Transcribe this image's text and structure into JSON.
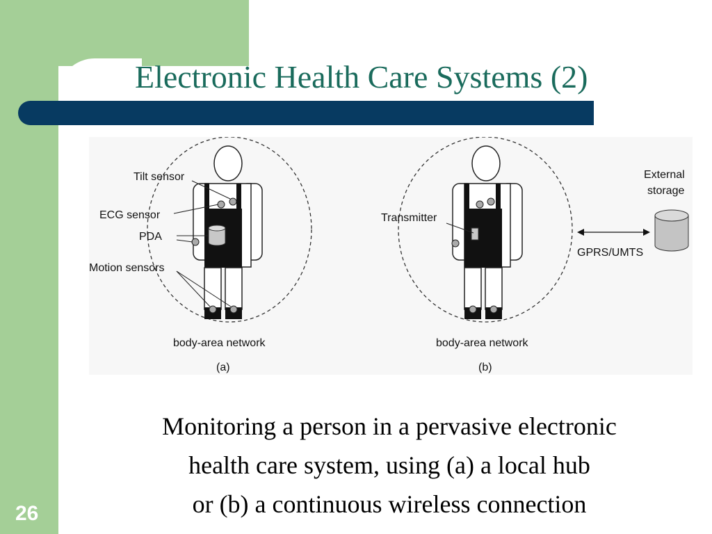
{
  "slide": {
    "title": "Electronic Health Care Systems (2)",
    "page_number": "26",
    "caption_lines": [
      "Monitoring a person in a pervasive electronic",
      "health care system, using (a) a local hub",
      "or (b) a continuous wireless connection"
    ],
    "colors": {
      "title": "#1a6b5c",
      "side_panel": "#a4cf97",
      "title_bar": "#073a61"
    }
  },
  "diagram": {
    "a": {
      "labels": {
        "tilt": "Tilt sensor",
        "ecg": "ECG sensor",
        "pda": "PDA",
        "motion": "Motion sensors"
      },
      "network": "body-area network",
      "sub": "(a)"
    },
    "b": {
      "labels": {
        "transmitter": "Transmitter",
        "external": [
          "External",
          "storage"
        ],
        "gprs": "GPRS/UMTS"
      },
      "network": "body-area network",
      "sub": "(b)"
    }
  }
}
